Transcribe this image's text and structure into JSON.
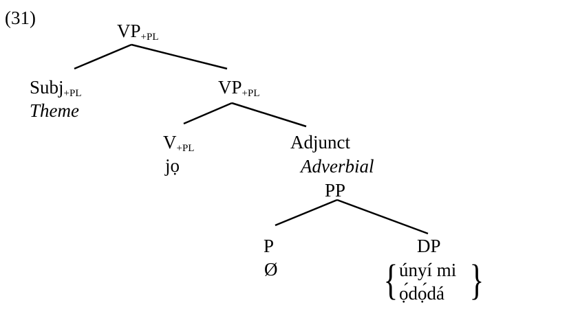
{
  "example_number": "(31)",
  "tree": {
    "root": {
      "label": "VP",
      "sub": "+PL"
    },
    "subj": {
      "label": "Subj",
      "sub": "+PL",
      "role": "Theme"
    },
    "vp2": {
      "label": "VP",
      "sub": "+PL"
    },
    "verb": {
      "label": "V",
      "sub": "+PL",
      "word": "jọ"
    },
    "adjunct": {
      "label": "Adjunct",
      "role": "Adverbial",
      "category": "PP"
    },
    "p": {
      "label": "P",
      "word": "Ø"
    },
    "dp": {
      "label": "DP",
      "options": [
        "únyí mi",
        "ọ́dọ́dá"
      ]
    }
  }
}
